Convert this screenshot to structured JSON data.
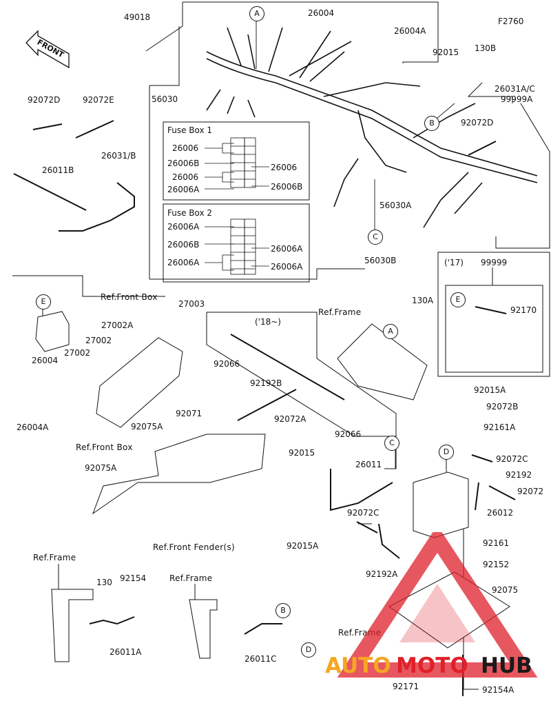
{
  "diagram_code": "F2760",
  "front_arrow": "FRONT",
  "fuse_box_1": {
    "title": "Fuse Box 1",
    "left_labels": [
      "26006",
      "26006B",
      "26006",
      "26006A"
    ],
    "right_labels": [
      "26006",
      "26006B"
    ]
  },
  "fuse_box_2": {
    "title": "Fuse Box 2",
    "left_labels": [
      "26006A",
      "26006B",
      "26006A"
    ],
    "right_labels": [
      "26006A",
      "26006A"
    ]
  },
  "callouts": {
    "A": "A",
    "B": "B",
    "C": "C",
    "D": "D",
    "E": "E"
  },
  "year_18": "('18~)",
  "year_17": "('17)",
  "part_labels": {
    "p49018": "49018",
    "p26004_top": "26004",
    "p26004A_top": "26004A",
    "p92015_top": "92015",
    "p130B": "130B",
    "p26031AC": "26031A/C",
    "p99999A": "99999A",
    "p92072D_right": "92072D",
    "p56030": "56030",
    "p92072D_left": "92072D",
    "p92072E": "92072E",
    "p26031B": "26031/B",
    "p26011B": "26011B",
    "p56030A": "56030A",
    "p56030B": "56030B",
    "p99999": "99999",
    "p92170": "92170",
    "p130A": "130A",
    "p27003": "27003",
    "p27002A": "27002A",
    "p27002_a": "27002",
    "p27002_b": "27002",
    "p26004_left": "26004",
    "p26004A_left": "26004A",
    "p92066_a": "92066",
    "p92192B": "92192B",
    "p92072A": "92072A",
    "p92066_b": "92066",
    "p92071": "92071",
    "p92075A_a": "92075A",
    "p92075A_b": "92075A",
    "p92015A_a": "92015A",
    "p92072B": "92072B",
    "p92161A": "92161A",
    "p92015_mid": "92015",
    "p26011": "26011",
    "p92072C_a": "92072C",
    "p92192": "92192",
    "p92072": "92072",
    "p26012": "26012",
    "p92015A_b": "92015A",
    "p92072C_b": "92072C",
    "p92161": "92161",
    "p92152": "92152",
    "p92192A": "92192A",
    "p92075": "92075",
    "p130": "130",
    "p92154": "92154",
    "p26011A": "26011A",
    "p26011C": "26011C",
    "p92171": "92171",
    "p92154A": "92154A"
  },
  "references": {
    "front_box_1": "Ref.Front Box",
    "front_box_2": "Ref.Front Box",
    "frame_1": "Ref.Frame",
    "frame_2": "Ref.Frame",
    "frame_3": "Ref.Frame",
    "frame_4": "Ref.Frame",
    "front_fenders": "Ref.Front Fender(s)"
  },
  "watermark": {
    "auto": "AUTO",
    "moto": "MOTO",
    "hub": "HUB",
    "color_orange": "#f5a623",
    "color_red": "#e0202a",
    "color_dark": "#1a1a1a"
  }
}
